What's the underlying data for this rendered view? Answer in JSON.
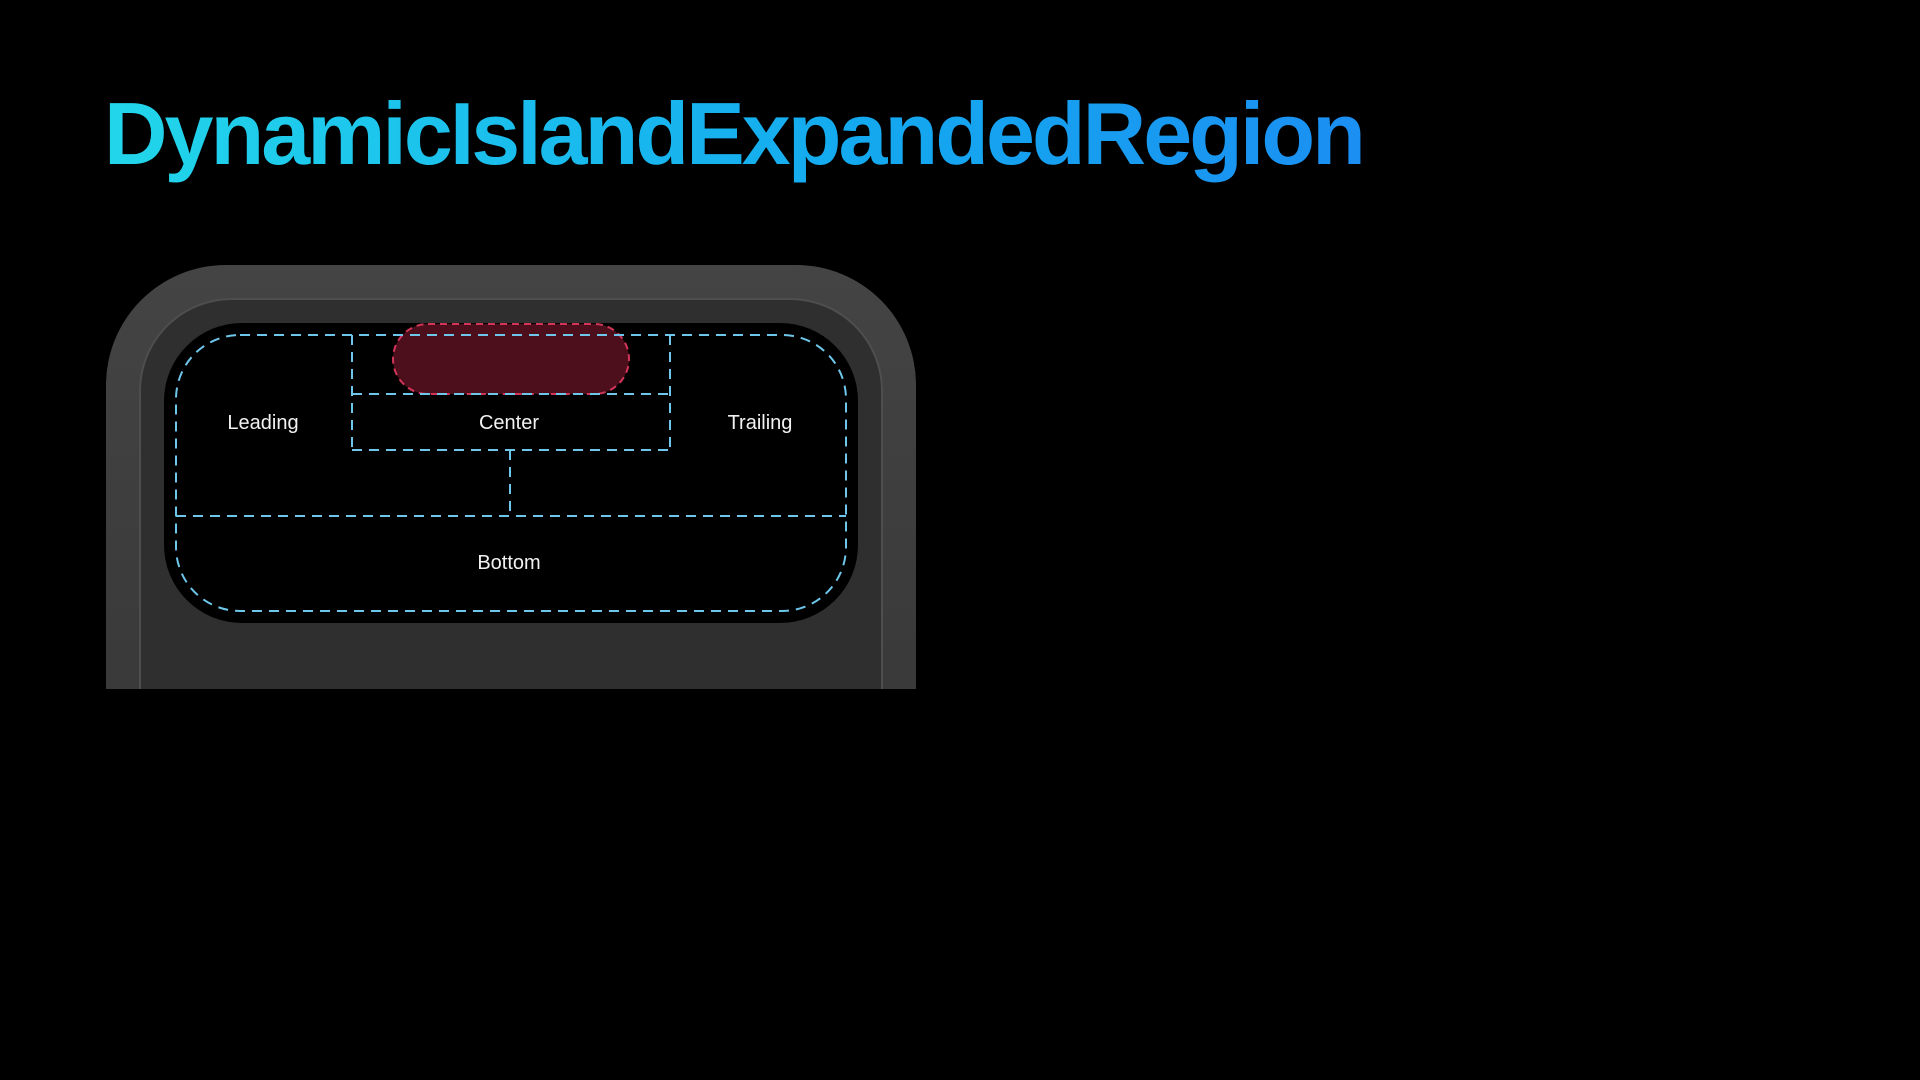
{
  "title": "DynamicIslandExpandedRegion",
  "regions": {
    "leading": "Leading",
    "center": "Center",
    "trailing": "Trailing",
    "bottom": "Bottom"
  },
  "colors": {
    "title_gradient_start": "#22d6ea",
    "title_gradient_end": "#1b8ff2",
    "device_frame": "#3a3a3a",
    "device_inner": "#2b2b2b",
    "region_guides": "#6ec6ea",
    "camera_cutout_fill": "#4e0f1c",
    "camera_cutout_border": "#d2355a"
  },
  "icons": {
    "camera_cutout": "sensor-housing-pill"
  }
}
